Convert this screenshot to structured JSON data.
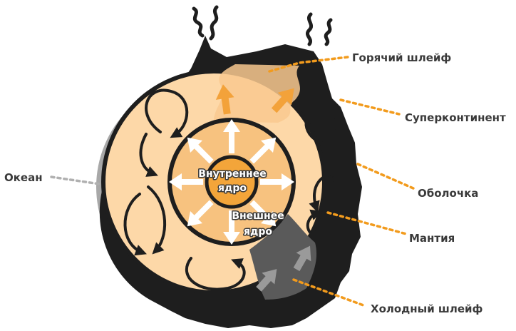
{
  "labels": {
    "hot_plume": "Горячий шлейф",
    "supercontinent": "Суперконтинент",
    "crust": "Оболочка",
    "mantle": "Мантия",
    "cold_plume": "Холодный шлейф",
    "ocean": "Океан",
    "inner_core": [
      "Внутреннее",
      "ядро"
    ],
    "outer_core": [
      "Внешнее",
      "ядро"
    ]
  },
  "colors": {
    "mantle": "#fdd8a8",
    "outer_core": "#f7c27f",
    "inner_core": "#f3a53a",
    "plume_arrow": "#f3a23a",
    "leader_orange": "#f29b1d",
    "ocean_leader": "#b0b0b0",
    "cold_plume": "#5a5a5a",
    "ocean_ring": "#a8a8a8",
    "shell": "#1e1e1e"
  }
}
